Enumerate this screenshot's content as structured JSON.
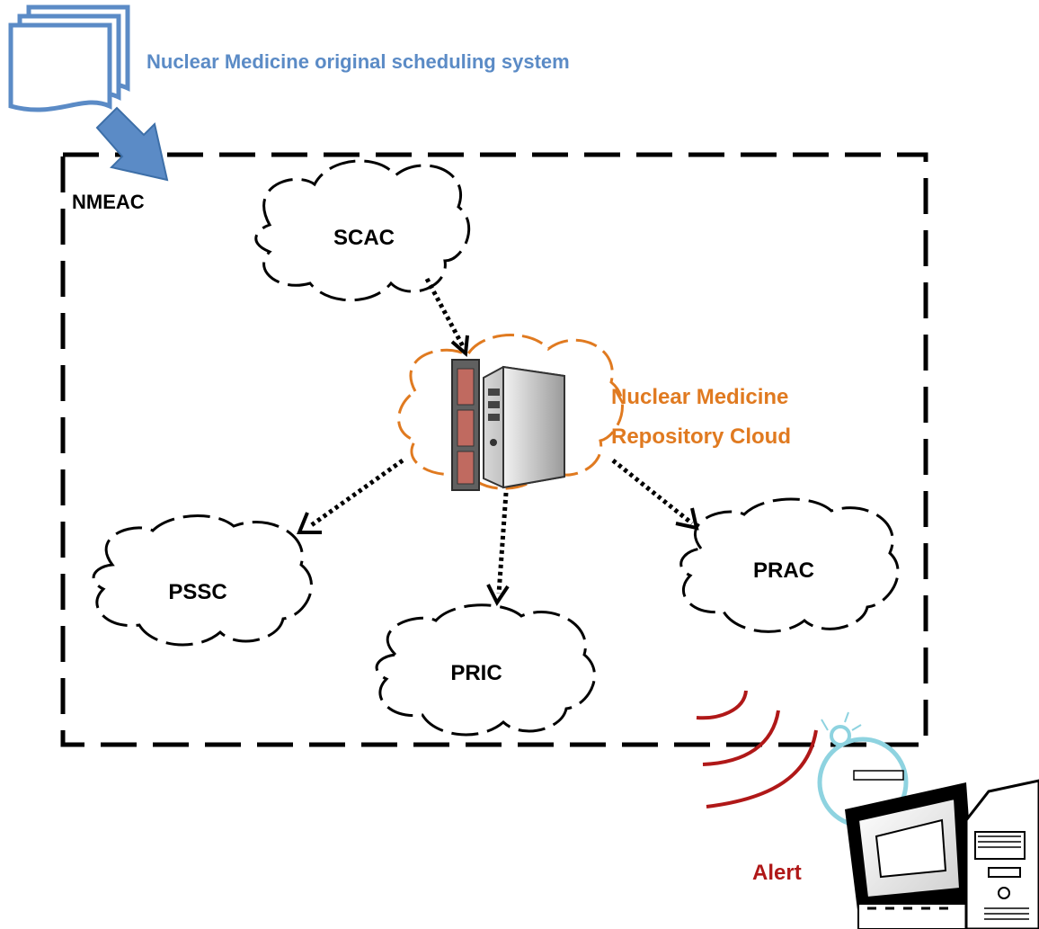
{
  "source": {
    "label": "Nuclear Medicine original scheduling system",
    "icon": "multi-document-icon",
    "color": "#5B8BC6"
  },
  "container": {
    "label": "NMEAC"
  },
  "repository": {
    "label_line1": "Nuclear Medicine",
    "label_line2": "Repository Cloud",
    "icon": "server-tower-icon",
    "color": "#E07A20"
  },
  "clouds": {
    "scac": "SCAC",
    "pssc": "PSSC",
    "pric": "PRIC",
    "prac": "PRAC"
  },
  "alert": {
    "label": "Alert",
    "icon": "alert-computer-icon",
    "color": "#B01818"
  }
}
